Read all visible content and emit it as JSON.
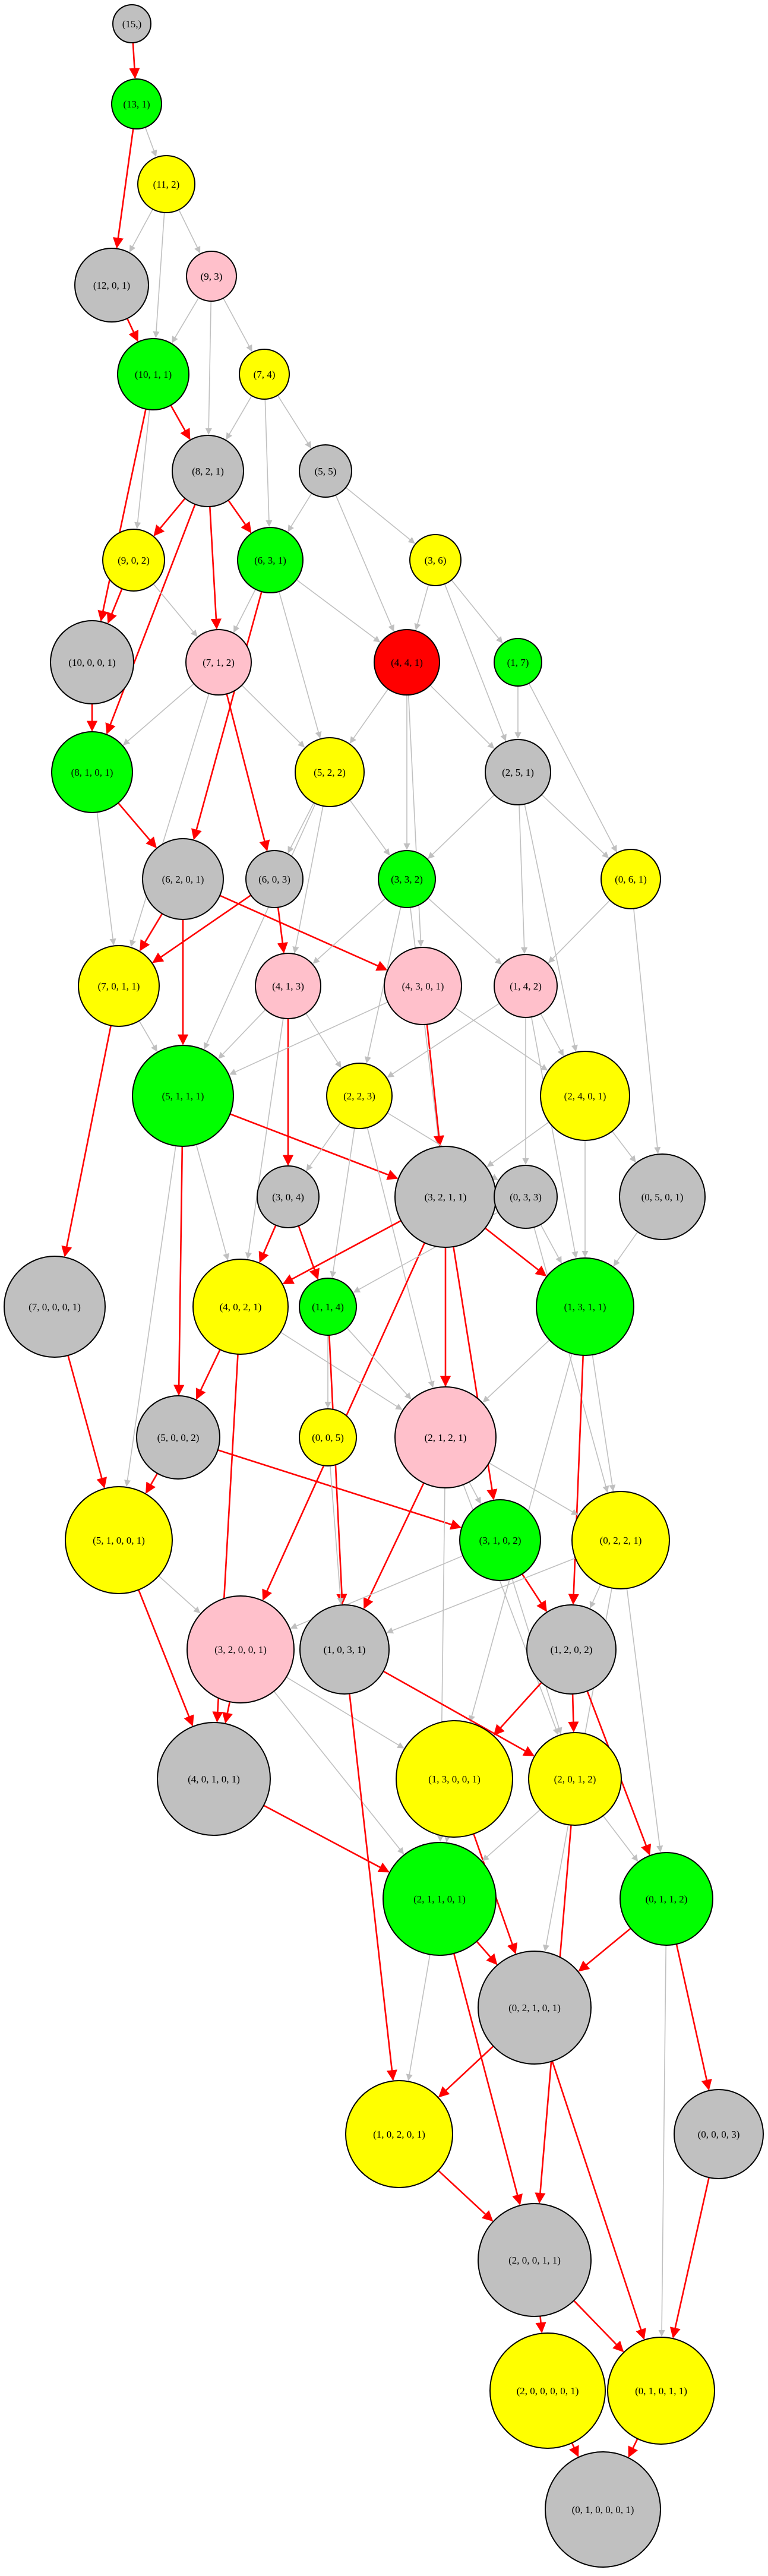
{
  "colors": {
    "gray": "#c0c0c0",
    "green": "#00ff00",
    "yellow": "#ffff00",
    "pink": "#ffc0cb",
    "red": "#ff0000",
    "edge_default": "#c0c0c0",
    "edge_highlight": "#ff0000",
    "node_stroke": "#000000"
  },
  "nodes": [
    {
      "id": "n15",
      "label": "(15,)",
      "color": "gray"
    },
    {
      "id": "n13_1",
      "label": "(13, 1)",
      "color": "green"
    },
    {
      "id": "n11_2",
      "label": "(11, 2)",
      "color": "yellow"
    },
    {
      "id": "n12_0_1",
      "label": "(12, 0, 1)",
      "color": "gray"
    },
    {
      "id": "n9_3",
      "label": "(9, 3)",
      "color": "pink"
    },
    {
      "id": "n10_1_1",
      "label": "(10, 1, 1)",
      "color": "green"
    },
    {
      "id": "n7_4",
      "label": "(7, 4)",
      "color": "yellow"
    },
    {
      "id": "n8_2_1",
      "label": "(8, 2, 1)",
      "color": "gray"
    },
    {
      "id": "n5_5",
      "label": "(5, 5)",
      "color": "gray"
    },
    {
      "id": "n9_0_2",
      "label": "(9, 0, 2)",
      "color": "yellow"
    },
    {
      "id": "n6_3_1",
      "label": "(6, 3, 1)",
      "color": "green"
    },
    {
      "id": "n3_6",
      "label": "(3, 6)",
      "color": "yellow"
    },
    {
      "id": "n10_0_0_1",
      "label": "(10, 0, 0, 1)",
      "color": "gray"
    },
    {
      "id": "n7_1_2",
      "label": "(7, 1, 2)",
      "color": "pink"
    },
    {
      "id": "n4_4_1",
      "label": "(4, 4, 1)",
      "color": "red"
    },
    {
      "id": "n1_7",
      "label": "(1, 7)",
      "color": "green"
    },
    {
      "id": "n8_1_0_1",
      "label": "(8, 1, 0, 1)",
      "color": "green"
    },
    {
      "id": "n5_2_2",
      "label": "(5, 2, 2)",
      "color": "yellow"
    },
    {
      "id": "n2_5_1",
      "label": "(2, 5, 1)",
      "color": "gray"
    },
    {
      "id": "n6_2_0_1",
      "label": "(6, 2, 0, 1)",
      "color": "gray"
    },
    {
      "id": "n6_0_3",
      "label": "(6, 0, 3)",
      "color": "gray"
    },
    {
      "id": "n3_3_2",
      "label": "(3, 3, 2)",
      "color": "green"
    },
    {
      "id": "n0_6_1",
      "label": "(0, 6, 1)",
      "color": "yellow"
    },
    {
      "id": "n7_0_1_1",
      "label": "(7, 0, 1, 1)",
      "color": "yellow"
    },
    {
      "id": "n4_1_3",
      "label": "(4, 1, 3)",
      "color": "pink"
    },
    {
      "id": "n4_3_0_1",
      "label": "(4, 3, 0, 1)",
      "color": "pink"
    },
    {
      "id": "n1_4_2",
      "label": "(1, 4, 2)",
      "color": "pink"
    },
    {
      "id": "n5_1_1_1",
      "label": "(5, 1, 1, 1)",
      "color": "green"
    },
    {
      "id": "n2_2_3",
      "label": "(2, 2, 3)",
      "color": "yellow"
    },
    {
      "id": "n2_4_0_1",
      "label": "(2, 4, 0, 1)",
      "color": "yellow"
    },
    {
      "id": "n3_0_4",
      "label": "(3, 0, 4)",
      "color": "gray"
    },
    {
      "id": "n3_2_1_1",
      "label": "(3, 2, 1, 1)",
      "color": "gray"
    },
    {
      "id": "n0_3_3",
      "label": "(0, 3, 3)",
      "color": "gray"
    },
    {
      "id": "n0_5_0_1",
      "label": "(0, 5, 0, 1)",
      "color": "gray"
    },
    {
      "id": "n7_0_0_0_1",
      "label": "(7, 0, 0, 0, 1)",
      "color": "gray"
    },
    {
      "id": "n4_0_2_1",
      "label": "(4, 0, 2, 1)",
      "color": "yellow"
    },
    {
      "id": "n1_1_4",
      "label": "(1, 1, 4)",
      "color": "green"
    },
    {
      "id": "n1_3_1_1",
      "label": "(1, 3, 1, 1)",
      "color": "green"
    },
    {
      "id": "n5_0_0_2",
      "label": "(5, 0, 0, 2)",
      "color": "gray"
    },
    {
      "id": "n0_0_5",
      "label": "(0, 0, 5)",
      "color": "yellow"
    },
    {
      "id": "n2_1_2_1",
      "label": "(2, 1, 2, 1)",
      "color": "pink"
    },
    {
      "id": "n5_1_0_0_1",
      "label": "(5, 1, 0, 0, 1)",
      "color": "yellow"
    },
    {
      "id": "n3_1_0_2",
      "label": "(3, 1, 0, 2)",
      "color": "green"
    },
    {
      "id": "n0_2_2_1",
      "label": "(0, 2, 2, 1)",
      "color": "yellow"
    },
    {
      "id": "n3_2_0_0_1",
      "label": "(3, 2, 0, 0, 1)",
      "color": "pink"
    },
    {
      "id": "n1_0_3_1",
      "label": "(1, 0, 3, 1)",
      "color": "gray"
    },
    {
      "id": "n1_2_0_2",
      "label": "(1, 2, 0, 2)",
      "color": "gray"
    },
    {
      "id": "n4_0_1_0_1",
      "label": "(4, 0, 1, 0, 1)",
      "color": "gray"
    },
    {
      "id": "n1_3_0_0_1",
      "label": "(1, 3, 0, 0, 1)",
      "color": "yellow"
    },
    {
      "id": "n2_0_1_2",
      "label": "(2, 0, 1, 2)",
      "color": "yellow"
    },
    {
      "id": "n2_1_1_0_1",
      "label": "(2, 1, 1, 0, 1)",
      "color": "green"
    },
    {
      "id": "n0_1_1_2",
      "label": "(0, 1, 1, 2)",
      "color": "green"
    },
    {
      "id": "n0_2_1_0_1",
      "label": "(0, 2, 1, 0, 1)",
      "color": "gray"
    },
    {
      "id": "n1_0_2_0_1",
      "label": "(1, 0, 2, 0, 1)",
      "color": "yellow"
    },
    {
      "id": "n0_0_0_3",
      "label": "(0, 0, 0, 3)",
      "color": "gray"
    },
    {
      "id": "n2_0_0_1_1",
      "label": "(2, 0, 0, 1, 1)",
      "color": "gray"
    },
    {
      "id": "n2_0_0_0_0_1",
      "label": "(2, 0, 0, 0, 0, 1)",
      "color": "yellow"
    },
    {
      "id": "n0_1_0_1_1",
      "label": "(0, 1, 0, 1, 1)",
      "color": "yellow"
    },
    {
      "id": "n0_1_0_0_0_1",
      "label": "(0, 1, 0, 0, 0, 1)",
      "color": "gray"
    }
  ],
  "edges": [
    {
      "from": "n15",
      "to": "n13_1",
      "highlight": true
    },
    {
      "from": "n13_1",
      "to": "n11_2",
      "highlight": false
    },
    {
      "from": "n13_1",
      "to": "n12_0_1",
      "highlight": true
    },
    {
      "from": "n11_2",
      "to": "n9_3",
      "highlight": false
    },
    {
      "from": "n11_2",
      "to": "n10_1_1",
      "highlight": false
    },
    {
      "from": "n11_2",
      "to": "n12_0_1",
      "highlight": false
    },
    {
      "from": "n12_0_1",
      "to": "n10_1_1",
      "highlight": true
    },
    {
      "from": "n9_3",
      "to": "n7_4",
      "highlight": false
    },
    {
      "from": "n9_3",
      "to": "n8_2_1",
      "highlight": false
    },
    {
      "from": "n9_3",
      "to": "n10_1_1",
      "highlight": false
    },
    {
      "from": "n10_1_1",
      "to": "n8_2_1",
      "highlight": true
    },
    {
      "from": "n10_1_1",
      "to": "n9_0_2",
      "highlight": false
    },
    {
      "from": "n10_1_1",
      "to": "n10_0_0_1",
      "highlight": true
    },
    {
      "from": "n7_4",
      "to": "n5_5",
      "highlight": false
    },
    {
      "from": "n7_4",
      "to": "n6_3_1",
      "highlight": false
    },
    {
      "from": "n7_4",
      "to": "n8_2_1",
      "highlight": false
    },
    {
      "from": "n8_2_1",
      "to": "n9_0_2",
      "highlight": true
    },
    {
      "from": "n8_2_1",
      "to": "n6_3_1",
      "highlight": true
    },
    {
      "from": "n8_2_1",
      "to": "n7_1_2",
      "highlight": true
    },
    {
      "from": "n8_2_1",
      "to": "n8_1_0_1",
      "highlight": true
    },
    {
      "from": "n5_5",
      "to": "n3_6",
      "highlight": false
    },
    {
      "from": "n5_5",
      "to": "n4_4_1",
      "highlight": false
    },
    {
      "from": "n5_5",
      "to": "n6_3_1",
      "highlight": false
    },
    {
      "from": "n9_0_2",
      "to": "n10_0_0_1",
      "highlight": true
    },
    {
      "from": "n9_0_2",
      "to": "n7_1_2",
      "highlight": false
    },
    {
      "from": "n6_3_1",
      "to": "n4_4_1",
      "highlight": false
    },
    {
      "from": "n6_3_1",
      "to": "n5_2_2",
      "highlight": false
    },
    {
      "from": "n6_3_1",
      "to": "n7_1_2",
      "highlight": false
    },
    {
      "from": "n6_3_1",
      "to": "n6_2_0_1",
      "highlight": true
    },
    {
      "from": "n3_6",
      "to": "n1_7",
      "highlight": false
    },
    {
      "from": "n3_6",
      "to": "n2_5_1",
      "highlight": false
    },
    {
      "from": "n3_6",
      "to": "n4_4_1",
      "highlight": false
    },
    {
      "from": "n10_0_0_1",
      "to": "n8_1_0_1",
      "highlight": true
    },
    {
      "from": "n7_1_2",
      "to": "n5_2_2",
      "highlight": false
    },
    {
      "from": "n7_1_2",
      "to": "n6_0_3",
      "highlight": true
    },
    {
      "from": "n7_1_2",
      "to": "n8_1_0_1",
      "highlight": false
    },
    {
      "from": "n7_1_2",
      "to": "n7_0_1_1",
      "highlight": false
    },
    {
      "from": "n4_4_1",
      "to": "n2_5_1",
      "highlight": false
    },
    {
      "from": "n4_4_1",
      "to": "n3_3_2",
      "highlight": false
    },
    {
      "from": "n4_4_1",
      "to": "n5_2_2",
      "highlight": false
    },
    {
      "from": "n4_4_1",
      "to": "n4_3_0_1",
      "highlight": false
    },
    {
      "from": "n1_7",
      "to": "n2_5_1",
      "highlight": false
    },
    {
      "from": "n1_7",
      "to": "n0_6_1",
      "highlight": false
    },
    {
      "from": "n8_1_0_1",
      "to": "n6_2_0_1",
      "highlight": true
    },
    {
      "from": "n8_1_0_1",
      "to": "n7_0_1_1",
      "highlight": false
    },
    {
      "from": "n5_2_2",
      "to": "n3_3_2",
      "highlight": false
    },
    {
      "from": "n5_2_2",
      "to": "n4_1_3",
      "highlight": false
    },
    {
      "from": "n5_2_2",
      "to": "n6_0_3",
      "highlight": false
    },
    {
      "from": "n5_2_2",
      "to": "n5_1_1_1",
      "highlight": false
    },
    {
      "from": "n2_5_1",
      "to": "n0_6_1",
      "highlight": false
    },
    {
      "from": "n2_5_1",
      "to": "n1_4_2",
      "highlight": false
    },
    {
      "from": "n2_5_1",
      "to": "n3_3_2",
      "highlight": false
    },
    {
      "from": "n2_5_1",
      "to": "n2_4_0_1",
      "highlight": false
    },
    {
      "from": "n6_2_0_1",
      "to": "n4_3_0_1",
      "highlight": true
    },
    {
      "from": "n6_2_0_1",
      "to": "n5_1_1_1",
      "highlight": true
    },
    {
      "from": "n6_2_0_1",
      "to": "n7_0_1_1",
      "highlight": true
    },
    {
      "from": "n6_0_3",
      "to": "n4_1_3",
      "highlight": true
    },
    {
      "from": "n6_0_3",
      "to": "n7_0_1_1",
      "highlight": true
    },
    {
      "from": "n3_3_2",
      "to": "n1_4_2",
      "highlight": false
    },
    {
      "from": "n3_3_2",
      "to": "n2_2_3",
      "highlight": false
    },
    {
      "from": "n3_3_2",
      "to": "n4_1_3",
      "highlight": false
    },
    {
      "from": "n3_3_2",
      "to": "n3_2_1_1",
      "highlight": false
    },
    {
      "from": "n0_6_1",
      "to": "n1_4_2",
      "highlight": false
    },
    {
      "from": "n0_6_1",
      "to": "n0_5_0_1",
      "highlight": false
    },
    {
      "from": "n7_0_1_1",
      "to": "n5_1_1_1",
      "highlight": false
    },
    {
      "from": "n7_0_1_1",
      "to": "n7_0_0_0_1",
      "highlight": true
    },
    {
      "from": "n4_1_3",
      "to": "n2_2_3",
      "highlight": false
    },
    {
      "from": "n4_1_3",
      "to": "n3_0_4",
      "highlight": true
    },
    {
      "from": "n4_1_3",
      "to": "n5_1_1_1",
      "highlight": false
    },
    {
      "from": "n4_1_3",
      "to": "n4_0_2_1",
      "highlight": false
    },
    {
      "from": "n4_3_0_1",
      "to": "n2_4_0_1",
      "highlight": false
    },
    {
      "from": "n4_3_0_1",
      "to": "n3_2_1_1",
      "highlight": true
    },
    {
      "from": "n4_3_0_1",
      "to": "n5_1_1_1",
      "highlight": false
    },
    {
      "from": "n1_4_2",
      "to": "n0_3_3",
      "highlight": false
    },
    {
      "from": "n1_4_2",
      "to": "n2_2_3",
      "highlight": false
    },
    {
      "from": "n1_4_2",
      "to": "n2_4_0_1",
      "highlight": false
    },
    {
      "from": "n1_4_2",
      "to": "n1_3_1_1",
      "highlight": false
    },
    {
      "from": "n5_1_1_1",
      "to": "n3_2_1_1",
      "highlight": true
    },
    {
      "from": "n5_1_1_1",
      "to": "n4_0_2_1",
      "highlight": false
    },
    {
      "from": "n5_1_1_1",
      "to": "n5_0_0_2",
      "highlight": true
    },
    {
      "from": "n5_1_1_1",
      "to": "n5_1_0_0_1",
      "highlight": false
    },
    {
      "from": "n2_2_3",
      "to": "n0_3_3",
      "highlight": false
    },
    {
      "from": "n2_2_3",
      "to": "n1_1_4",
      "highlight": false
    },
    {
      "from": "n2_2_3",
      "to": "n3_0_4",
      "highlight": false
    },
    {
      "from": "n2_2_3",
      "to": "n2_1_2_1",
      "highlight": false
    },
    {
      "from": "n2_4_0_1",
      "to": "n0_5_0_1",
      "highlight": false
    },
    {
      "from": "n2_4_0_1",
      "to": "n1_3_1_1",
      "highlight": false
    },
    {
      "from": "n2_4_0_1",
      "to": "n3_2_1_1",
      "highlight": false
    },
    {
      "from": "n3_0_4",
      "to": "n1_1_4",
      "highlight": true
    },
    {
      "from": "n3_0_4",
      "to": "n4_0_2_1",
      "highlight": true
    },
    {
      "from": "n3_2_1_1",
      "to": "n1_3_1_1",
      "highlight": true
    },
    {
      "from": "n3_2_1_1",
      "to": "n2_1_2_1",
      "highlight": true
    },
    {
      "from": "n3_2_1_1",
      "to": "n4_0_2_1",
      "highlight": true
    },
    {
      "from": "n3_2_1_1",
      "to": "n3_1_0_2",
      "highlight": true
    },
    {
      "from": "n3_2_1_1",
      "to": "n3_2_0_0_1",
      "highlight": true
    },
    {
      "from": "n0_3_3",
      "to": "n1_1_4",
      "highlight": false
    },
    {
      "from": "n0_3_3",
      "to": "n1_3_1_1",
      "highlight": false
    },
    {
      "from": "n0_3_3",
      "to": "n0_2_2_1",
      "highlight": false
    },
    {
      "from": "n0_5_0_1",
      "to": "n1_3_1_1",
      "highlight": false
    },
    {
      "from": "n7_0_0_0_1",
      "to": "n5_1_0_0_1",
      "highlight": true
    },
    {
      "from": "n4_0_2_1",
      "to": "n2_1_2_1",
      "highlight": false
    },
    {
      "from": "n4_0_2_1",
      "to": "n5_0_0_2",
      "highlight": true
    },
    {
      "from": "n4_0_2_1",
      "to": "n4_0_1_0_1",
      "highlight": true
    },
    {
      "from": "n1_1_4",
      "to": "n0_0_5",
      "highlight": false
    },
    {
      "from": "n1_1_4",
      "to": "n2_1_2_1",
      "highlight": false
    },
    {
      "from": "n1_1_4",
      "to": "n1_0_3_1",
      "highlight": true
    },
    {
      "from": "n1_3_1_1",
      "to": "n0_2_2_1",
      "highlight": false
    },
    {
      "from": "n1_3_1_1",
      "to": "n2_1_2_1",
      "highlight": false
    },
    {
      "from": "n1_3_1_1",
      "to": "n1_2_0_2",
      "highlight": true
    },
    {
      "from": "n1_3_1_1",
      "to": "n1_3_0_0_1",
      "highlight": false
    },
    {
      "from": "n5_0_0_2",
      "to": "n3_1_0_2",
      "highlight": true
    },
    {
      "from": "n5_0_0_2",
      "to": "n5_1_0_0_1",
      "highlight": true
    },
    {
      "from": "n0_0_5",
      "to": "n1_0_3_1",
      "highlight": false
    },
    {
      "from": "n2_1_2_1",
      "to": "n0_2_2_1",
      "highlight": false
    },
    {
      "from": "n2_1_2_1",
      "to": "n1_0_3_1",
      "highlight": true
    },
    {
      "from": "n2_1_2_1",
      "to": "n3_1_0_2",
      "highlight": false
    },
    {
      "from": "n2_1_2_1",
      "to": "n2_0_1_2",
      "highlight": false
    },
    {
      "from": "n2_1_2_1",
      "to": "n2_1_1_0_1",
      "highlight": false
    },
    {
      "from": "n5_1_0_0_1",
      "to": "n3_2_0_0_1",
      "highlight": false
    },
    {
      "from": "n5_1_0_0_1",
      "to": "n4_0_1_0_1",
      "highlight": true
    },
    {
      "from": "n3_1_0_2",
      "to": "n1_2_0_2",
      "highlight": true
    },
    {
      "from": "n3_1_0_2",
      "to": "n2_0_1_2",
      "highlight": false
    },
    {
      "from": "n3_1_0_2",
      "to": "n3_2_0_0_1",
      "highlight": false
    },
    {
      "from": "n0_2_2_1",
      "to": "n1_0_3_1",
      "highlight": false
    },
    {
      "from": "n0_2_2_1",
      "to": "n1_2_0_2",
      "highlight": false
    },
    {
      "from": "n0_2_2_1",
      "to": "n0_1_1_2",
      "highlight": false
    },
    {
      "from": "n0_2_2_1",
      "to": "n0_2_1_0_1",
      "highlight": false
    },
    {
      "from": "n3_2_0_0_1",
      "to": "n1_3_0_0_1",
      "highlight": false
    },
    {
      "from": "n3_2_0_0_1",
      "to": "n4_0_1_0_1",
      "highlight": true
    },
    {
      "from": "n3_2_0_0_1",
      "to": "n2_1_1_0_1",
      "highlight": false
    },
    {
      "from": "n1_0_3_1",
      "to": "n2_0_1_2",
      "highlight": true
    },
    {
      "from": "n1_0_3_1",
      "to": "n1_0_2_0_1",
      "highlight": true
    },
    {
      "from": "n1_2_0_2",
      "to": "n1_3_0_0_1",
      "highlight": true
    },
    {
      "from": "n1_2_0_2",
      "to": "n2_0_1_2",
      "highlight": true
    },
    {
      "from": "n1_2_0_2",
      "to": "n0_1_1_2",
      "highlight": true
    },
    {
      "from": "n4_0_1_0_1",
      "to": "n2_1_1_0_1",
      "highlight": true
    },
    {
      "from": "n1_3_0_0_1",
      "to": "n2_1_1_0_1",
      "highlight": false
    },
    {
      "from": "n1_3_0_0_1",
      "to": "n0_2_1_0_1",
      "highlight": true
    },
    {
      "from": "n2_0_1_2",
      "to": "n0_1_1_2",
      "highlight": false
    },
    {
      "from": "n2_0_1_2",
      "to": "n2_1_1_0_1",
      "highlight": false
    },
    {
      "from": "n2_0_1_2",
      "to": "n2_0_0_1_1",
      "highlight": true
    },
    {
      "from": "n2_1_1_0_1",
      "to": "n0_2_1_0_1",
      "highlight": true
    },
    {
      "from": "n2_1_1_0_1",
      "to": "n1_0_2_0_1",
      "highlight": false
    },
    {
      "from": "n2_1_1_0_1",
      "to": "n2_0_0_1_1",
      "highlight": true
    },
    {
      "from": "n0_1_1_2",
      "to": "n0_2_1_0_1",
      "highlight": true
    },
    {
      "from": "n0_1_1_2",
      "to": "n0_0_0_3",
      "highlight": true
    },
    {
      "from": "n0_1_1_2",
      "to": "n0_1_0_1_1",
      "highlight": false
    },
    {
      "from": "n0_2_1_0_1",
      "to": "n1_0_2_0_1",
      "highlight": true
    },
    {
      "from": "n0_2_1_0_1",
      "to": "n0_1_0_1_1",
      "highlight": true
    },
    {
      "from": "n1_0_2_0_1",
      "to": "n2_0_0_1_1",
      "highlight": true
    },
    {
      "from": "n0_0_0_3",
      "to": "n0_1_0_1_1",
      "highlight": true
    },
    {
      "from": "n2_0_0_1_1",
      "to": "n2_0_0_0_0_1",
      "highlight": true
    },
    {
      "from": "n2_0_0_1_1",
      "to": "n0_1_0_1_1",
      "highlight": true
    },
    {
      "from": "n2_0_0_0_0_1",
      "to": "n0_1_0_0_0_1",
      "highlight": true
    },
    {
      "from": "n0_1_0_1_1",
      "to": "n0_1_0_0_0_1",
      "highlight": true
    }
  ]
}
